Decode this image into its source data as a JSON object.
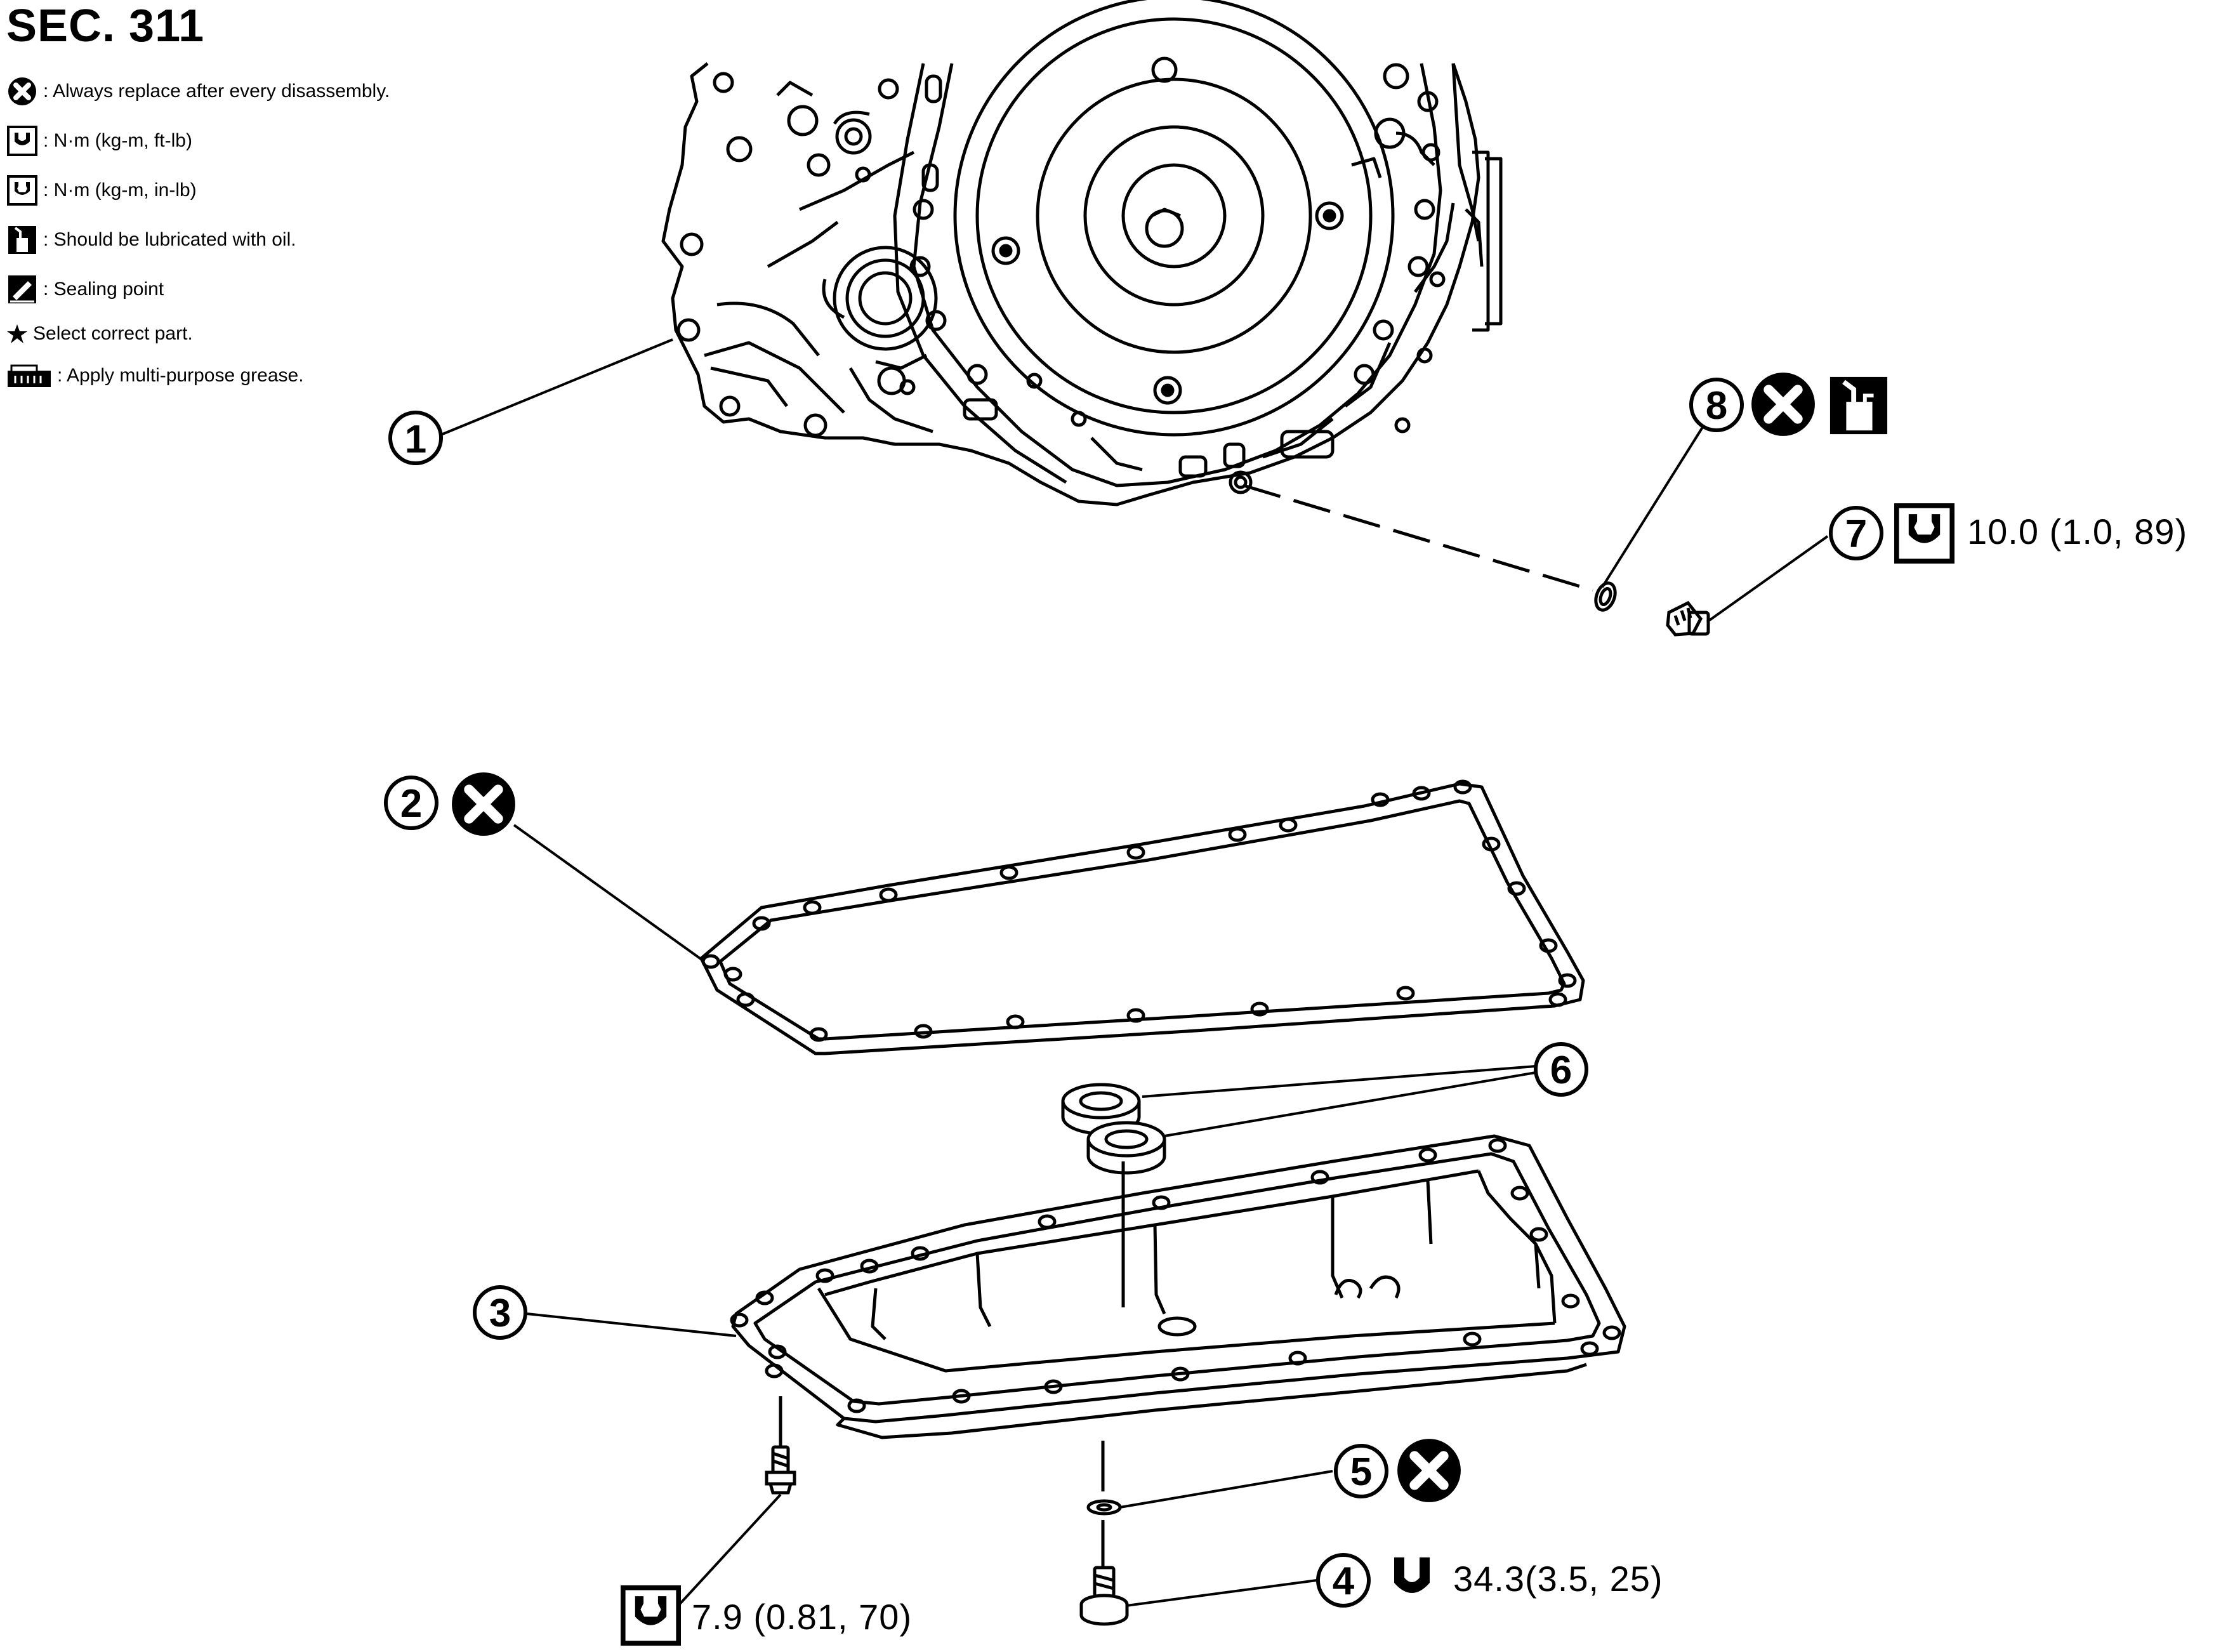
{
  "section_label": "SEC. 311",
  "legend": [
    {
      "symbol": "replace-icon",
      "text": ": Always replace after every disassembly."
    },
    {
      "symbol": "torque-ftlb-icon",
      "text": ": N·m (kg-m, ft-lb)"
    },
    {
      "symbol": "torque-inlb-icon",
      "text": ": N·m (kg-m, in-lb)"
    },
    {
      "symbol": "oil-can-icon",
      "text": ": Should be lubricated with oil."
    },
    {
      "symbol": "sealing-point-icon",
      "text": ": Sealing point"
    },
    {
      "symbol": "star-icon",
      "text": "Select correct part."
    },
    {
      "symbol": "grease-icon",
      "text": ": Apply multi-purpose grease."
    }
  ],
  "callouts": {
    "c1": "1",
    "c2": "2",
    "c3": "3",
    "c4": "4",
    "c5": "5",
    "c6": "6",
    "c7": "7",
    "c8": "8"
  },
  "torques": {
    "drain_plug": "10.0 (1.0, 89)",
    "pan_bolt": "7.9 (0.81, 70)",
    "overflow_plug": "34.3(3.5, 25)"
  },
  "colors": {
    "line": "#000000",
    "background": "#ffffff"
  }
}
